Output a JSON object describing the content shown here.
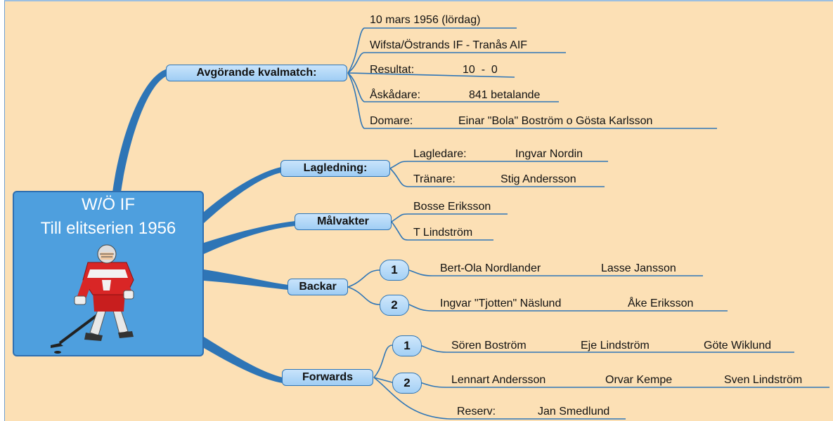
{
  "central": {
    "line1": "W/Ö IF",
    "line2": "Till elitserien 1956",
    "image": "hockey-player-illustration"
  },
  "kval": {
    "title": "Avgörande kvalmatch:",
    "date": "10 mars 1956 (lördag)",
    "teams": "Wifsta/Östrands IF - Tranås AIF",
    "result_label": "Resultat:",
    "result_value": "10  -  0",
    "crowd_label": "Åskådare:",
    "crowd_value": "841 betalande",
    "ref_label": "Domare:",
    "ref_value": "Einar \"Bola\" Boström o Gösta Karlsson"
  },
  "lagledning": {
    "title": "Lagledning:",
    "leader_label": "Lagledare:",
    "leader_value": "Ingvar Nordin",
    "coach_label": "Tränare:",
    "coach_value": "Stig Andersson"
  },
  "malvakter": {
    "title": "Målvakter",
    "items": [
      "Bosse Eriksson",
      "T Lindström"
    ]
  },
  "backar": {
    "title": "Backar",
    "pairs": [
      {
        "num": "1",
        "players": [
          "Bert-Ola Nordlander",
          "Lasse Jansson"
        ]
      },
      {
        "num": "2",
        "players": [
          "Ingvar \"Tjotten\" Näslund",
          "Åke Eriksson"
        ]
      }
    ]
  },
  "forwards": {
    "title": "Forwards",
    "lines": [
      {
        "num": "1",
        "players": [
          "Sören Boström",
          "Eje Lindström",
          "Göte Wiklund"
        ]
      },
      {
        "num": "2",
        "players": [
          "Lennart Andersson",
          "Orvar Kempe",
          "Sven Lindström"
        ]
      }
    ],
    "reserve_label": "Reserv:",
    "reserve_value": "Jan Smedlund"
  },
  "colors": {
    "background": "#fce0b5",
    "branch": "#2e75b6",
    "central": "#4e9fde",
    "topic": "#a8d2f5"
  }
}
